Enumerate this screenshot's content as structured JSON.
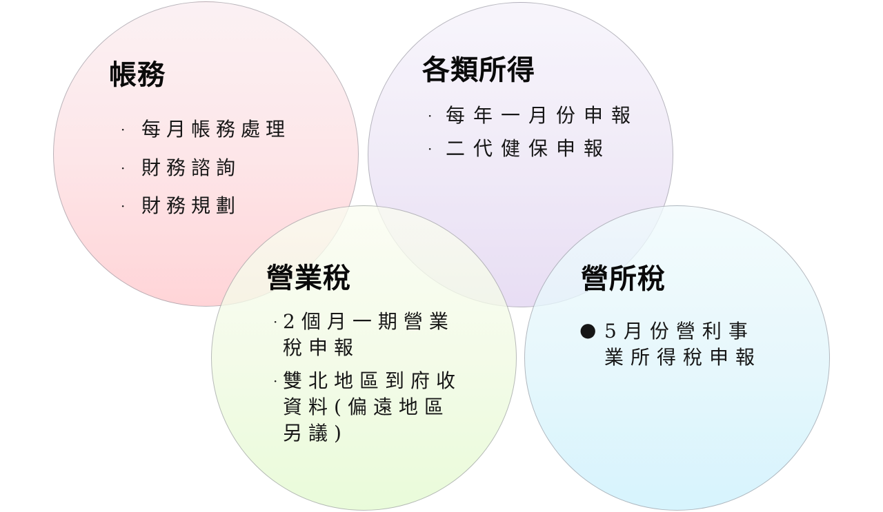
{
  "diagram": {
    "type": "venn-style overlapping circles",
    "circles": [
      {
        "id": "bookkeeping",
        "title": "帳務",
        "color_top": "#fbeef1",
        "color_bottom": "#ffc9cd",
        "bullet": "·",
        "items": [
          "每月帳務處理",
          "財務諮詢",
          "財務規劃"
        ]
      },
      {
        "id": "income",
        "title": "各類所得",
        "color_top": "#f6f3fb",
        "color_bottom": "#e2d5f1",
        "bullet": "·",
        "items": [
          "每年一月份申報",
          "二代健保申報"
        ]
      },
      {
        "id": "business-tax",
        "title": "營業稅",
        "color_top": "#fbfdf2",
        "color_bottom": "#e4fbd0",
        "bullet": "·",
        "items": [
          "2個月一期營業稅申報",
          "雙北地區到府收資料(偏遠地區另議)"
        ]
      },
      {
        "id": "income-tax",
        "title": "營所稅",
        "color_top": "#f1fbfd",
        "color_bottom": "#ccf1fd",
        "bullet": "●",
        "items": [
          "5月份營利事業所得稅申報"
        ]
      }
    ]
  }
}
